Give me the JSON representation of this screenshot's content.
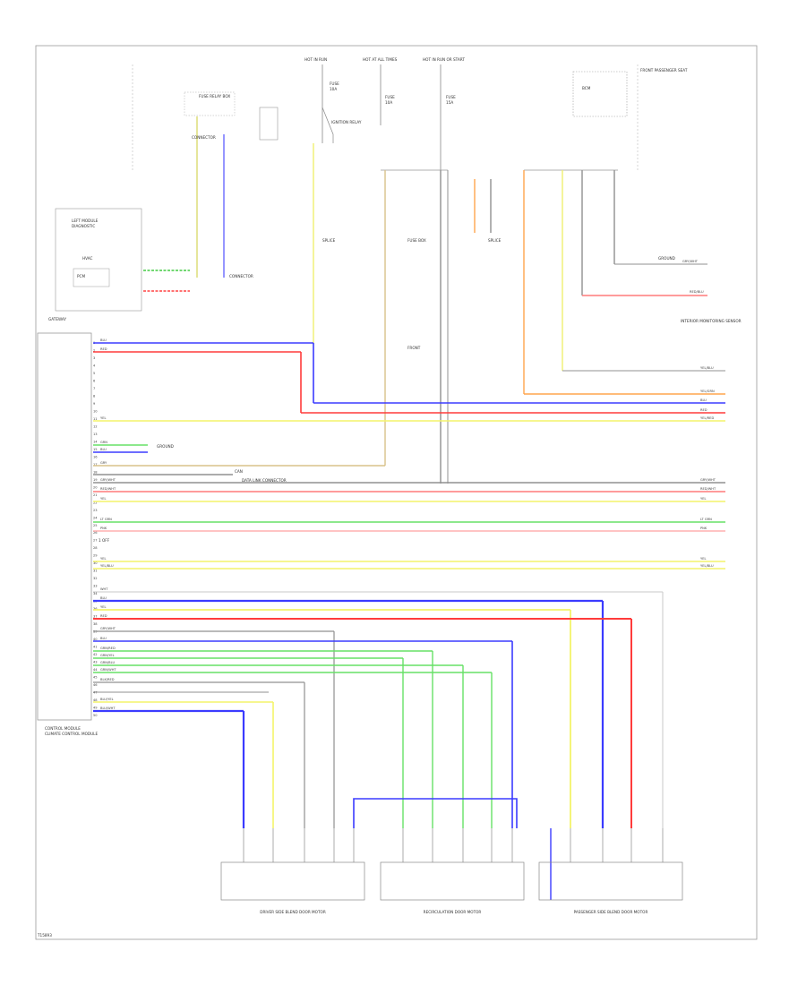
{
  "footer": {
    "code": "T15893"
  },
  "colors": {
    "blue": "#3b3bff",
    "red": "#ff3b3b",
    "yellow": "#f3f36a",
    "green": "#66e066",
    "orange": "#ffa64d",
    "lightgreen": "#9fe59f",
    "lightred": "#ffb0b0",
    "pink": "#ff7a7a",
    "gray": "#909090",
    "lightgray": "#c8c8c8",
    "tan": "#d9c28a"
  },
  "labels": {
    "hot_run_left": "HOT IN RUN",
    "hot_run_mid": "HOT AT ALL TIMES",
    "hot_run_right": "HOT IN RUN OR START",
    "fuse_a": "FUSE",
    "fuse_b": "FUSE",
    "fuse_c": "FUSE",
    "fuse_amp_a": "10A",
    "fuse_amp_b": "10A",
    "fuse_amp_c": "15A",
    "relay_label": "IGNITION RELAY",
    "junction_label": "FUSE BOX",
    "ground_tl": "GROUND",
    "ground_mid": "GROUND",
    "gateway": "GATEWAY",
    "interior_module": "INTERIOR MONITORING SENSOR",
    "module_right": "BCM",
    "right_module_note": "FRONT PASSENGER SEAT",
    "fuse_box_note": "FUSE RELAY BOX",
    "connector_left": "CONNECTOR",
    "connector_mid": "CONNECTOR",
    "left_box_title": "LEFT MODULE",
    "left_box_sub": "DIAGNOSTIC",
    "left_box_sub2": "PCM",
    "left_box_pin": "HVAC",
    "splice_a": "SPLICE",
    "splice_b": "SPLICE",
    "main_module": "CONTROL MODULE",
    "main_module_title": "CLIMATE CONTROL MODULE",
    "front_note": "FRONT",
    "data_link": "DATA LINK CONNECTOR",
    "can_note": "CAN",
    "pin_note": "1 OFF",
    "module1": "DRIVER SIDE BLEND DOOR MOTOR",
    "module2": "RECIRCULATION DOOR MOTOR",
    "module3": "PASSENGER SIDE BLEND DOOR MOTOR"
  },
  "pins": [
    "1",
    "2",
    "3",
    "4",
    "5",
    "6",
    "7",
    "8",
    "9",
    "10",
    "11",
    "12",
    "13",
    "14",
    "15",
    "16",
    "17",
    "18",
    "19",
    "20",
    "21",
    "22",
    "23",
    "24",
    "25",
    "26",
    "27",
    "28",
    "29",
    "30",
    "31",
    "32",
    "33",
    "34",
    "35",
    "36",
    "37",
    "38",
    "39",
    "40",
    "41",
    "42",
    "43",
    "44",
    "45",
    "46",
    "47",
    "48",
    "49",
    "50"
  ],
  "wire_labels": {
    "w1": "BLU",
    "w2": "RED",
    "w3": "YEL",
    "w4": "GRN",
    "w5": "BLU",
    "w6": "GRY",
    "w7": "GRY/WHT",
    "w8": "RED/WHT",
    "w9": "YEL",
    "w10": "LT GRN",
    "w11": "PNK",
    "w12": "YEL",
    "w13": "YEL/BLU",
    "w14": "WHT",
    "w15": "BLU",
    "w16": "YEL",
    "w17": "RED",
    "w18": "GRY/WHT",
    "w19": "BLU",
    "w20": "GRN/RED",
    "w21": "GRN/YEL",
    "w22": "GRN/BLU",
    "w23": "GRN/WHT",
    "w24": "BLK/RED",
    "w25": "BLU/YEL",
    "w26": "BLU/WHT",
    "r1": "YEL/BLU",
    "r2": "YEL/GRN",
    "r3": "RED",
    "r4": "BLU",
    "r5": "YEL/RED",
    "r6": "GRY/WHT",
    "r7": "RED/WHT",
    "r8": "YEL",
    "r9": "LT GRN",
    "r10": "PNK",
    "r11": "YEL",
    "r12": "YEL/BLU",
    "r13": "GRY/WHT",
    "r14": "RED/BLU"
  }
}
